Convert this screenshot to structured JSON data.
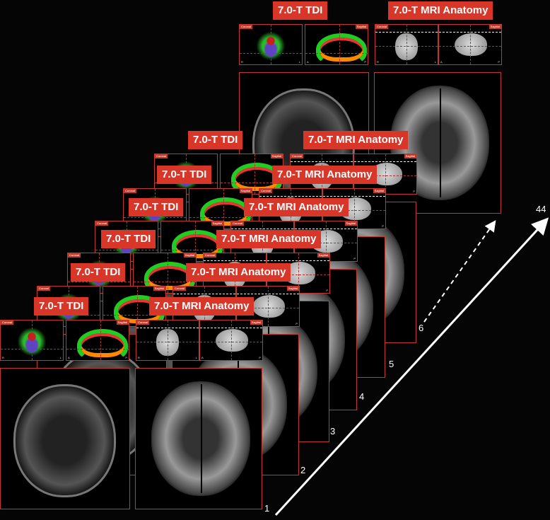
{
  "labels": {
    "tdi": "7.0-T TDI",
    "mri": "7.0-T MRI Anatomy"
  },
  "tags": {
    "coronal": "Coronal",
    "sagittal": "Sagittal"
  },
  "orientation": {
    "right": "R",
    "left": "L",
    "anterior": "A",
    "posterior": "P"
  },
  "stacks": [
    {
      "number": "44"
    },
    {
      "number": "6"
    },
    {
      "number": "5"
    },
    {
      "number": "4"
    },
    {
      "number": "3"
    },
    {
      "number": "2"
    },
    {
      "number": "1"
    }
  ],
  "colors": {
    "label_bg": "#d9362a",
    "arrow": "#ffffff"
  }
}
